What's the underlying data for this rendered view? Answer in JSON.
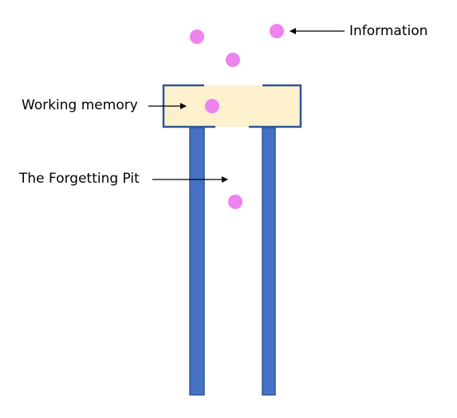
{
  "labels": {
    "information": "Information",
    "working_memory": "Working memory",
    "forgetting_pit": "The Forgetting Pit"
  },
  "colors": {
    "dot": "#ee82ee",
    "box_fill": "#fdf0cc",
    "box_border": "#2f5597",
    "pillar_fill": "#4472c4",
    "pillar_edge": "#2f5597",
    "arrow": "#000000"
  }
}
